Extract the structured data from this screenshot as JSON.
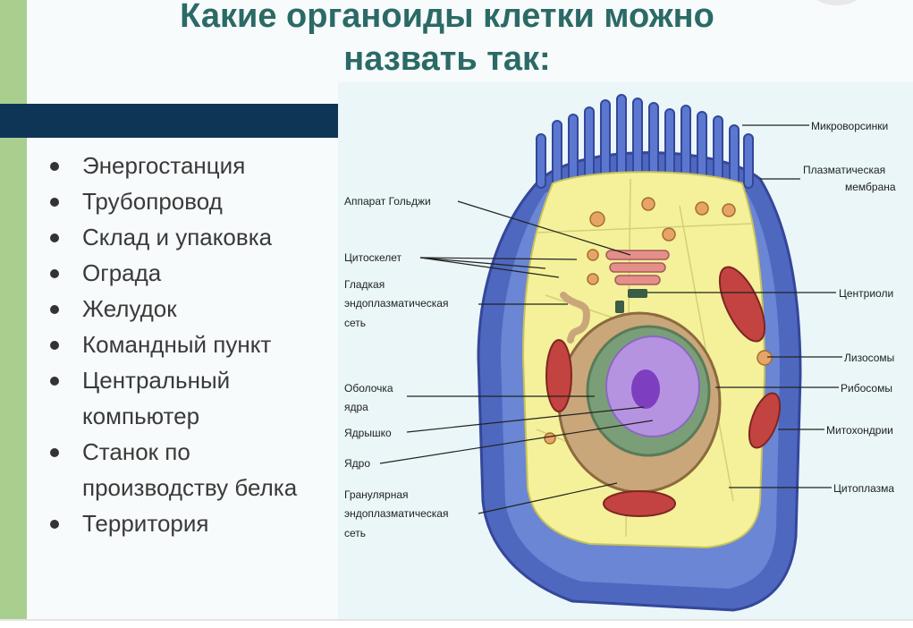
{
  "title": {
    "line1": "Какие органоиды клетки можно",
    "line2": "назвать так:"
  },
  "bullets": [
    "Энергостанция",
    "Трубопровод",
    "Склад и упаковка",
    "Ограда",
    "Желудок",
    "Командный пункт",
    "Центральный компьютер",
    "Станок по производству белка",
    "Территория"
  ],
  "diagram": {
    "labels": {
      "microvilli": "Микроворсинки",
      "plasma_membrane_1": "Плазматическая",
      "plasma_membrane_2": "мембрана",
      "golgi": "Аппарат Гольджи",
      "cytoskeleton": "Цитоскелет",
      "smooth_er_1": "Гладкая",
      "smooth_er_2": "эндоплазматическая",
      "smooth_er_3": "сеть",
      "centrioles": "Центриоли",
      "lysosomes": "Лизосомы",
      "ribosomes": "Рибосомы",
      "nuclear_envelope_1": "Оболочка",
      "nuclear_envelope_2": "ядра",
      "nucleolus": "Ядрышко",
      "mitochondria": "Митохондрии",
      "nucleus": "Ядро",
      "cytoplasm": "Цитоплазма",
      "rough_er_1": "Гранулярная",
      "rough_er_2": "эндоплазматическая",
      "rough_er_3": "сеть"
    }
  }
}
